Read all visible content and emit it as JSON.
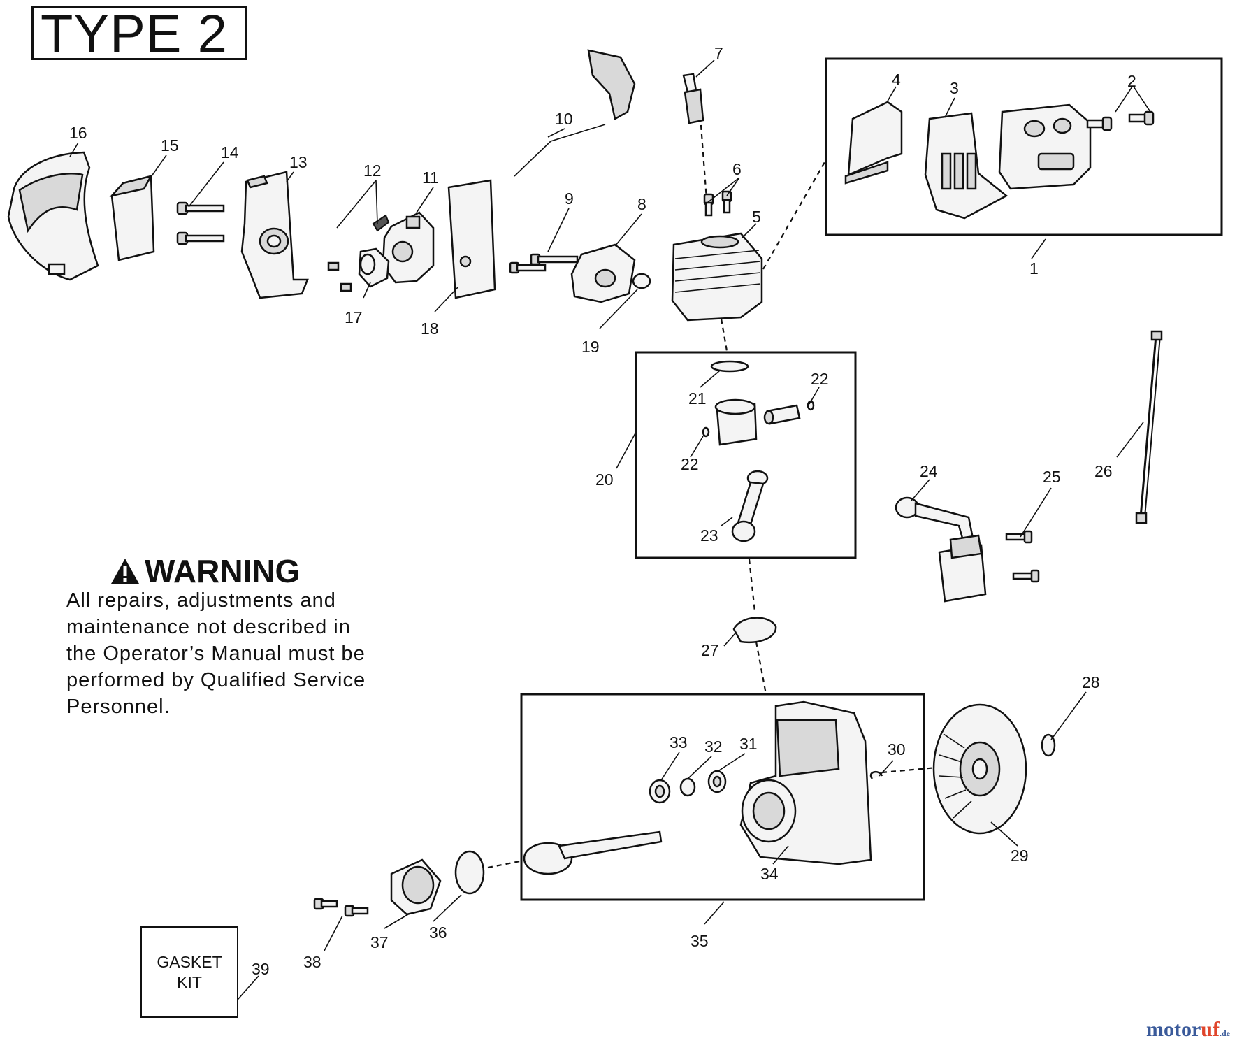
{
  "title": "TYPE 2",
  "warning": {
    "heading": "WARNING",
    "lines": [
      "All repairs, adjustments and",
      "maintenance not described in",
      "the Operator’s Manual must be",
      "performed by Qualified Service",
      "Personnel."
    ]
  },
  "gasket_kit": {
    "line1": "GASKET",
    "line2": "KIT"
  },
  "part_numbers": [
    "1",
    "2",
    "3",
    "4",
    "5",
    "6",
    "7",
    "8",
    "9",
    "10",
    "11",
    "12",
    "13",
    "14",
    "15",
    "16",
    "17",
    "18",
    "19",
    "20",
    "21",
    "22",
    "22",
    "23",
    "24",
    "25",
    "26",
    "27",
    "28",
    "29",
    "30",
    "31",
    "32",
    "33",
    "34",
    "35",
    "36",
    "37",
    "38",
    "39"
  ],
  "watermark": {
    "main": "motor",
    "accent": "uf",
    "suffix": ".de"
  }
}
